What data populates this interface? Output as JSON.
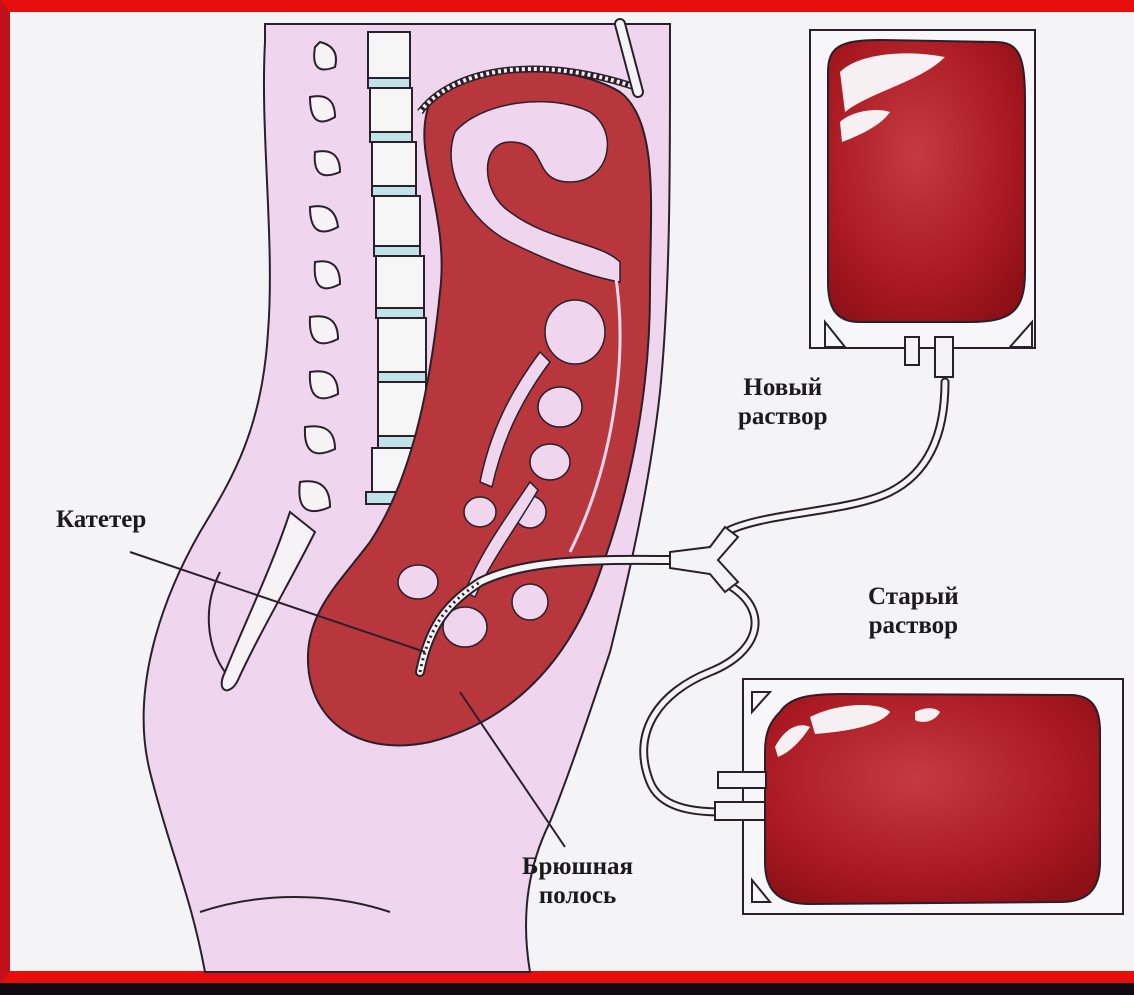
{
  "labels": {
    "catheter": "Катетер",
    "new_solution_line1": "Новый",
    "new_solution_line2": "раствор",
    "old_solution_line1": "Старый",
    "old_solution_line2": "раствор",
    "abdominal_line1": "Брюшная",
    "abdominal_line2": "полось"
  },
  "colors": {
    "frame": "#e60d0d",
    "body_fill": "#efd6ee",
    "cavity": "#b8373c",
    "fluid": "#b01c26",
    "spine": "#bfe3e6"
  }
}
